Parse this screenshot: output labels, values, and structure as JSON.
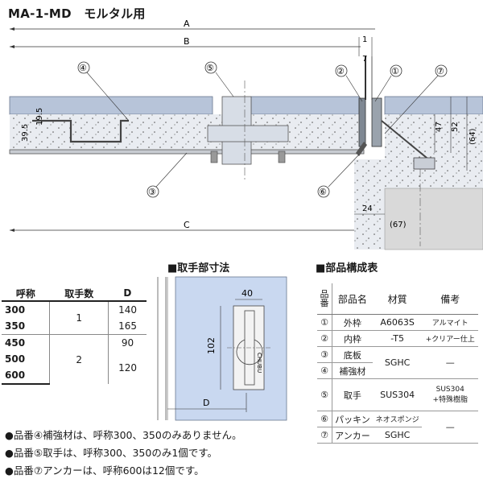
{
  "title": "MA-1-MD　モルタル用",
  "section_view": {
    "dims": {
      "A": "A",
      "B": "B",
      "C": "C",
      "d_1": "1",
      "d_7": "7",
      "d_19_5": "19.5",
      "d_39_5": "39.5",
      "d_47": "47",
      "d_52": "52",
      "d_64": "(64)",
      "d_24": "24",
      "d_67": "(67)"
    },
    "callouts": [
      "①",
      "②",
      "③",
      "④",
      "⑤",
      "⑥",
      "⑦"
    ]
  },
  "handle_section": {
    "title": "■取手部寸法",
    "dim_40": "40",
    "dim_102": "102",
    "dim_D": "D",
    "brand": "CHUBU"
  },
  "sizes_table": {
    "headers": [
      "呼称",
      "取手数",
      "D"
    ],
    "rows": [
      {
        "nominal": "300",
        "handles": "1",
        "d": "140"
      },
      {
        "nominal": "350",
        "handles": "",
        "d": "165"
      },
      {
        "nominal": "450",
        "handles": "2",
        "d": "90"
      },
      {
        "nominal": "500",
        "handles": "",
        "d": "120"
      },
      {
        "nominal": "600",
        "handles": "",
        "d": ""
      }
    ]
  },
  "parts_table": {
    "title": "■部品構成表",
    "headers": [
      "品番",
      "部品名",
      "材質",
      "備考"
    ],
    "rows": [
      {
        "no": "①",
        "name": "外枠",
        "material": "A6063S",
        "remark": "アルマイト"
      },
      {
        "no": "②",
        "name": "内枠",
        "material": "-T5",
        "remark": "+クリアー仕上"
      },
      {
        "no": "③",
        "name": "底板",
        "material": "SGHC",
        "remark": "—"
      },
      {
        "no": "④",
        "name": "補強材",
        "material": "",
        "remark": ""
      },
      {
        "no": "⑤",
        "name": "取手",
        "material": "SUS304",
        "remark": "SUS304\n+特殊樹脂"
      },
      {
        "no": "⑥",
        "name": "パッキン",
        "material": "ネオスポンジ",
        "remark": "—"
      },
      {
        "no": "⑦",
        "name": "アンカー",
        "material": "SGHC",
        "remark": ""
      }
    ]
  },
  "notes": [
    "●品番④補強材は、呼称300、350のみありません。",
    "●品番⑤取手は、呼称300、350のみ1個です。",
    "●品番⑦アンカーは、呼称600は12個です。"
  ]
}
